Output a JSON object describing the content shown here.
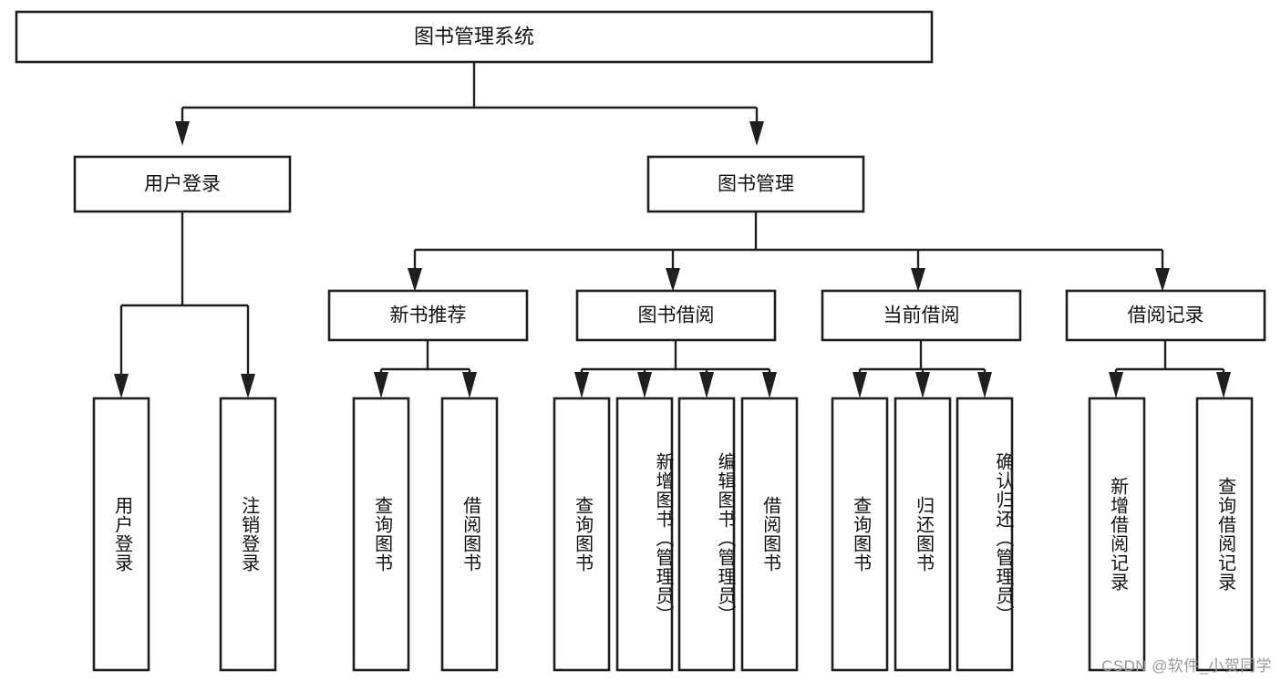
{
  "diagram": {
    "type": "tree-hierarchy",
    "title": "图书管理系统",
    "watermark": "CSDN @软件_小贺同学",
    "root": {
      "label": "图书管理系统"
    },
    "level2": [
      {
        "label": "用户登录"
      },
      {
        "label": "图书管理"
      }
    ],
    "level3": [
      {
        "label": "新书推荐"
      },
      {
        "label": "图书借阅"
      },
      {
        "label": "当前借阅"
      },
      {
        "label": "借阅记录"
      }
    ],
    "leaves": {
      "user_login": [
        {
          "label": "用户登录"
        },
        {
          "label": "注销登录"
        }
      ],
      "new_book_recommend": [
        {
          "label": "查询图书"
        },
        {
          "label": "借阅图书"
        }
      ],
      "book_borrow": [
        {
          "label": "查询图书"
        },
        {
          "label": "新增图书（管理员）"
        },
        {
          "label": "编辑图书（管理员）"
        },
        {
          "label": "借阅图书"
        }
      ],
      "current_borrow": [
        {
          "label": "查询图书"
        },
        {
          "label": "归还图书"
        },
        {
          "label": "确认归还（管理员）"
        }
      ],
      "borrow_record": [
        {
          "label": "新增借阅记录"
        },
        {
          "label": "查询借阅记录"
        }
      ]
    },
    "colors": {
      "stroke": "#1f1f1f",
      "fill": "#ffffff",
      "text": "#111111",
      "watermark": "#9a9a9a"
    }
  }
}
